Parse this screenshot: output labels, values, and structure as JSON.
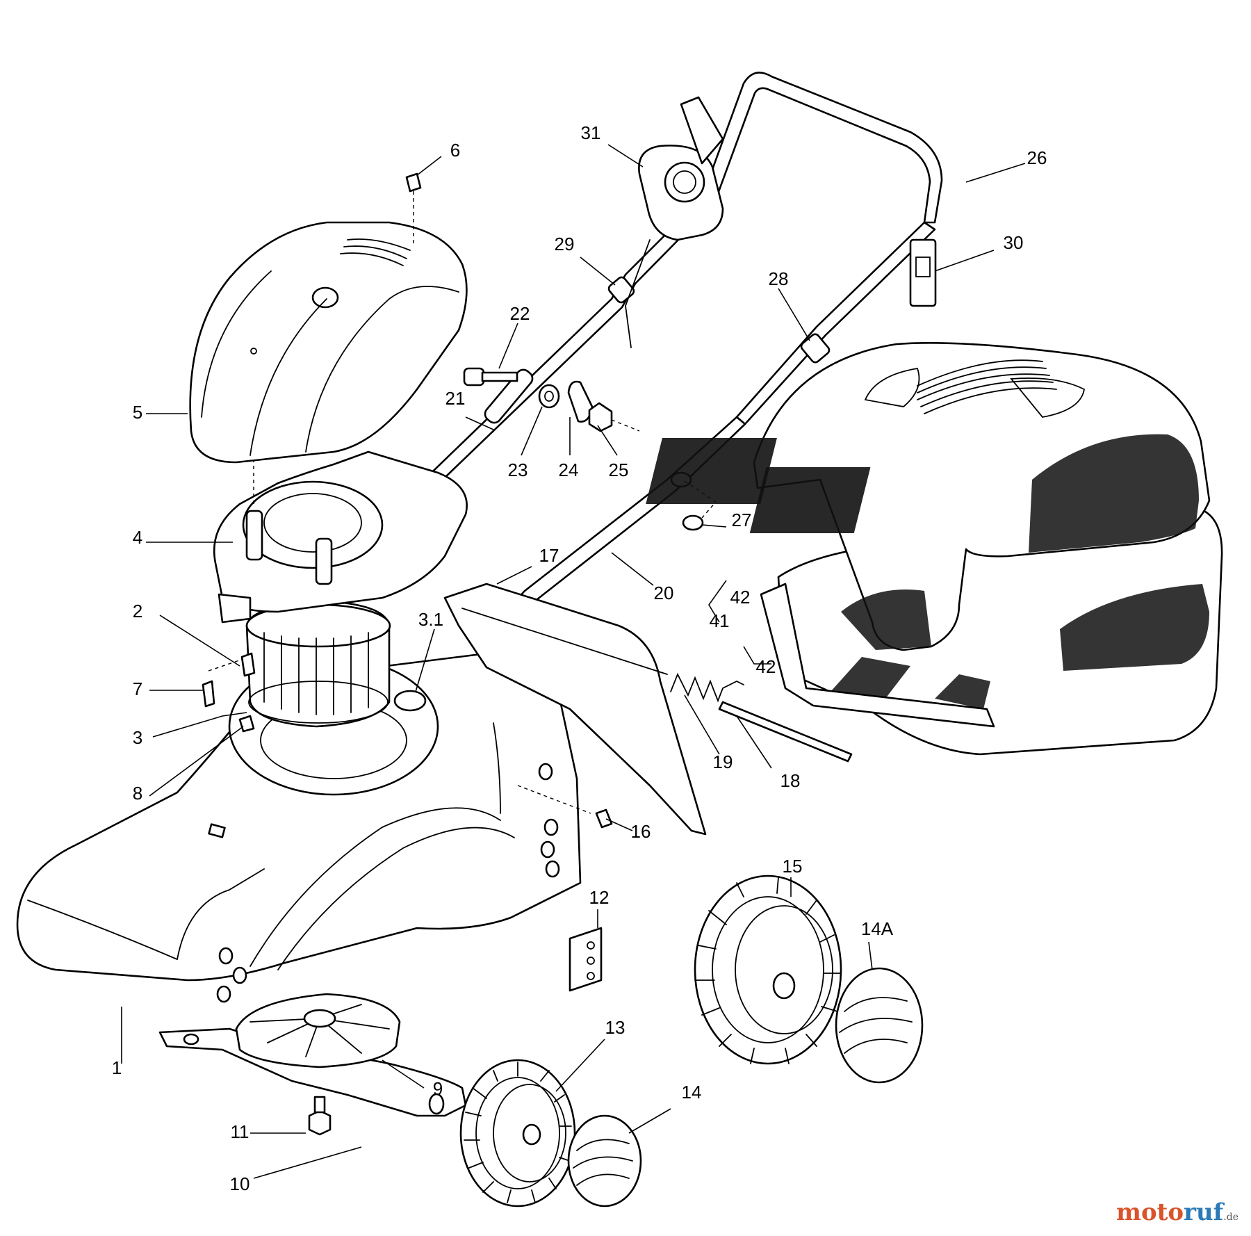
{
  "diagram": {
    "callouts": [
      "1",
      "2",
      "3",
      "3.1",
      "4",
      "5",
      "6",
      "7",
      "8",
      "9",
      "10",
      "11",
      "12",
      "13",
      "14",
      "14A",
      "15",
      "16",
      "17",
      "18",
      "19",
      "20",
      "21",
      "22",
      "23",
      "24",
      "25",
      "26",
      "27",
      "28",
      "29",
      "30",
      "31",
      "41",
      "42"
    ]
  },
  "watermark": {
    "part1": "moto",
    "part2": "ruf",
    "tld": ".de"
  },
  "colors": {
    "line": "#000000",
    "background": "#ffffff",
    "watermark_orange": "#d9542b",
    "watermark_blue": "#2a7ab8"
  }
}
